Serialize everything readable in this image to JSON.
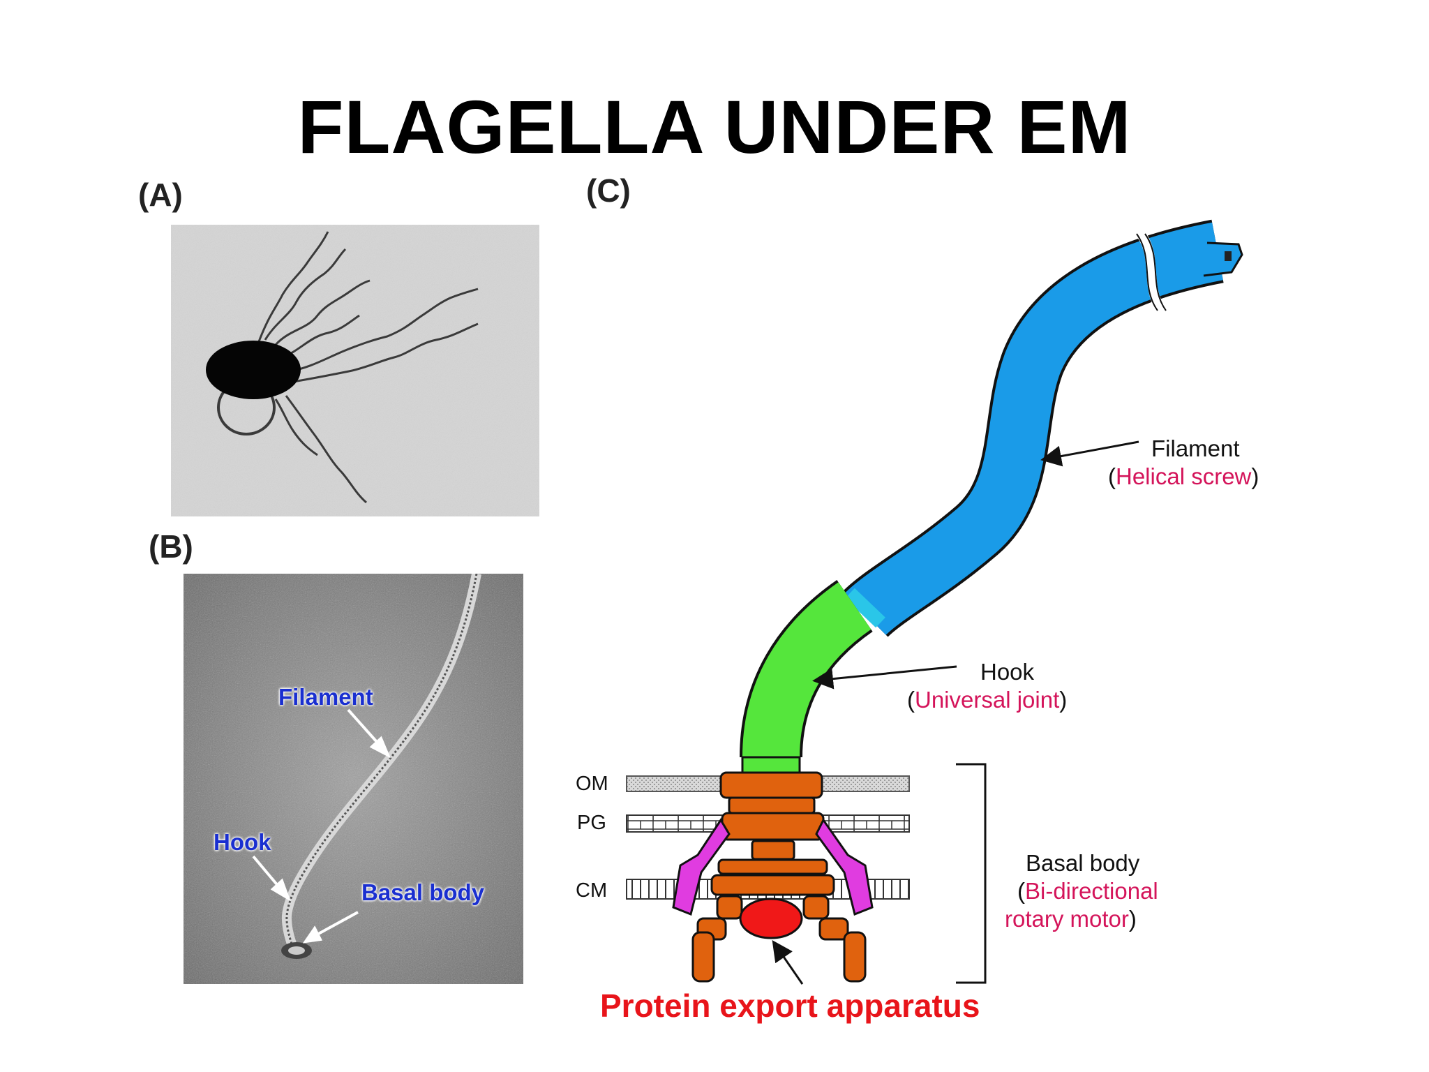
{
  "title": "FLAGELLA UNDER EM",
  "panels": {
    "a": {
      "letter": "(A)"
    },
    "b": {
      "letter": "(B)",
      "labels": {
        "filament": "Filament",
        "hook": "Hook",
        "basal_body": "Basal body"
      }
    },
    "c": {
      "letter": "(C)",
      "filament": {
        "name": "Filament",
        "role": "Helical screw"
      },
      "hook": {
        "name": "Hook",
        "role": "Universal joint"
      },
      "basal_body": {
        "name": "Basal body",
        "role_line1": "Bi-directional",
        "role_line2": "rotary motor"
      },
      "membranes": {
        "om": "OM",
        "pg": "PG",
        "cm": "CM"
      },
      "protein_export": "Protein export apparatus"
    }
  },
  "colors": {
    "filament": "#1a9be8",
    "hook": "#55e63c",
    "motor_parts": "#e0620e",
    "stator": "#e03ce0",
    "export_apparatus": "#f01818",
    "role_text": "#d4145a",
    "em_label": "#1a2fd0"
  },
  "parens": {
    "open": "(",
    "close": ")"
  }
}
